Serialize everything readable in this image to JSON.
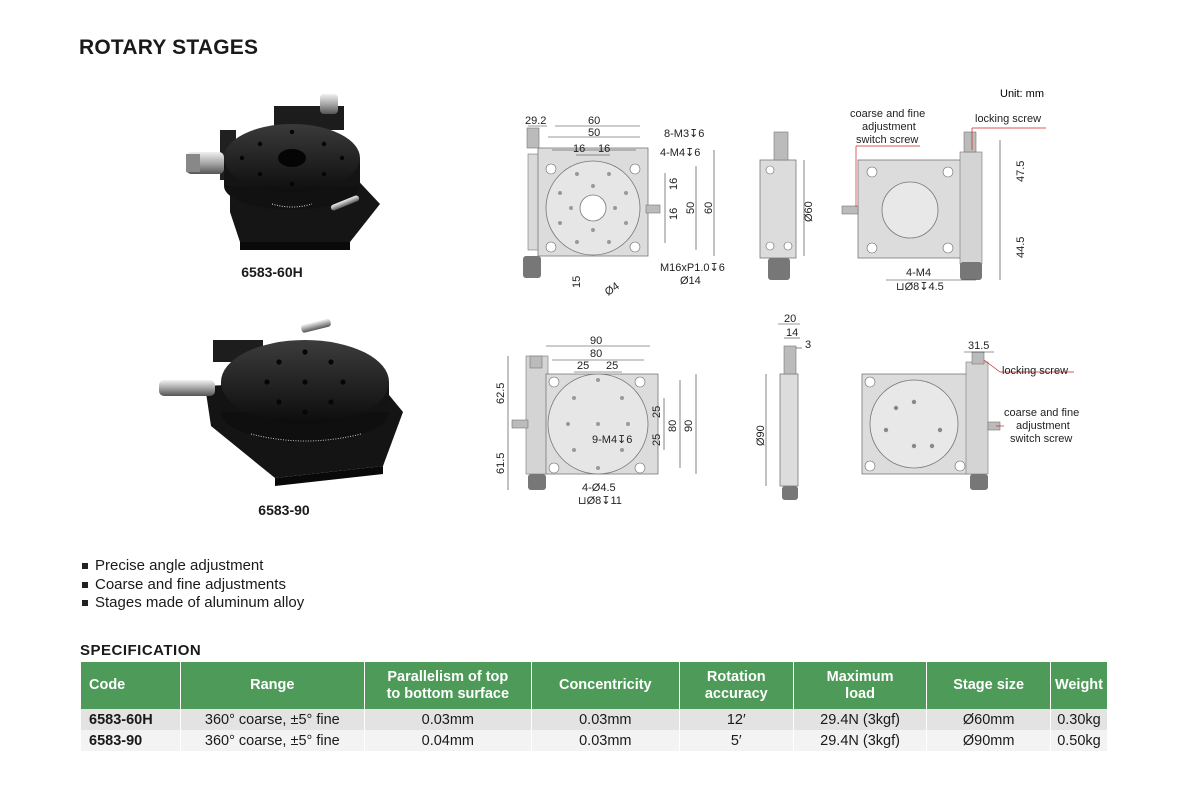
{
  "title": "ROTARY STAGES",
  "products": [
    {
      "caption": "6583-60H"
    },
    {
      "caption": "6583-90"
    }
  ],
  "drawing": {
    "unit": "Unit: mm",
    "top_front": {
      "d1": "29.2",
      "d2": "60",
      "d3": "50",
      "d4": "16",
      "d5": "16",
      "h1": "16",
      "h2": "16",
      "h3": "50",
      "h4": "60",
      "n1": "8-M3↧6",
      "n2": "4-M4↧6",
      "n3": "M16xP1.0↧6",
      "n4": "Ø14",
      "a1": "15",
      "a2": "Ø4"
    },
    "top_side": {
      "d1": "Ø60"
    },
    "top_back": {
      "note_a1": "coarse and fine",
      "note_a2": "adjustment",
      "note_a3": "switch screw",
      "note_b": "locking screw",
      "v1": "47.5",
      "v2": "44.5",
      "n1": "4-M4",
      "n2": "⊔Ø8↧4.5"
    },
    "bot_front": {
      "d1": "90",
      "d2": "80",
      "d3": "25",
      "d4": "25",
      "v1": "62.5",
      "v2": "61.5",
      "h1": "25",
      "h2": "25",
      "h3": "80",
      "h4": "90",
      "n1": "9-M4↧6",
      "n2": "4-Ø4.5",
      "n3": "⊔Ø8↧11"
    },
    "bot_side": {
      "d1": "20",
      "d2": "14",
      "d3": "3",
      "v1": "Ø90"
    },
    "bot_back": {
      "d1": "31.5",
      "note_b": "locking screw",
      "note_a1": "coarse and fine",
      "note_a2": "adjustment",
      "note_a3": "switch screw"
    }
  },
  "features": [
    "Precise angle adjustment",
    "Coarse and fine adjustments",
    "Stages made of aluminum alloy"
  ],
  "spec_heading": "SPECIFICATION",
  "spec": {
    "headers": [
      {
        "l1": "Code",
        "l2": ""
      },
      {
        "l1": "Range",
        "l2": ""
      },
      {
        "l1": "Parallelism of top",
        "l2": "to bottom surface"
      },
      {
        "l1": "Concentricity",
        "l2": ""
      },
      {
        "l1": "Rotation",
        "l2": "accuracy"
      },
      {
        "l1": "Maximum",
        "l2": "load"
      },
      {
        "l1": "Stage size",
        "l2": ""
      },
      {
        "l1": "Weight",
        "l2": ""
      }
    ],
    "rows": [
      [
        "6583-60H",
        "360° coarse, ±5° fine",
        "0.03mm",
        "0.03mm",
        "12′",
        "29.4N (3kgf)",
        "Ø60mm",
        "0.30kg"
      ],
      [
        "6583-90",
        "360° coarse, ±5° fine",
        "0.04mm",
        "0.03mm",
        "5′",
        "29.4N (3kgf)",
        "Ø90mm",
        "0.50kg"
      ]
    ]
  },
  "colors": {
    "header_green": "#4e9a59",
    "stage_black": "#1b1b1b",
    "drawing_gray": "#d0d0d0",
    "leader_red": "#cc2222"
  }
}
